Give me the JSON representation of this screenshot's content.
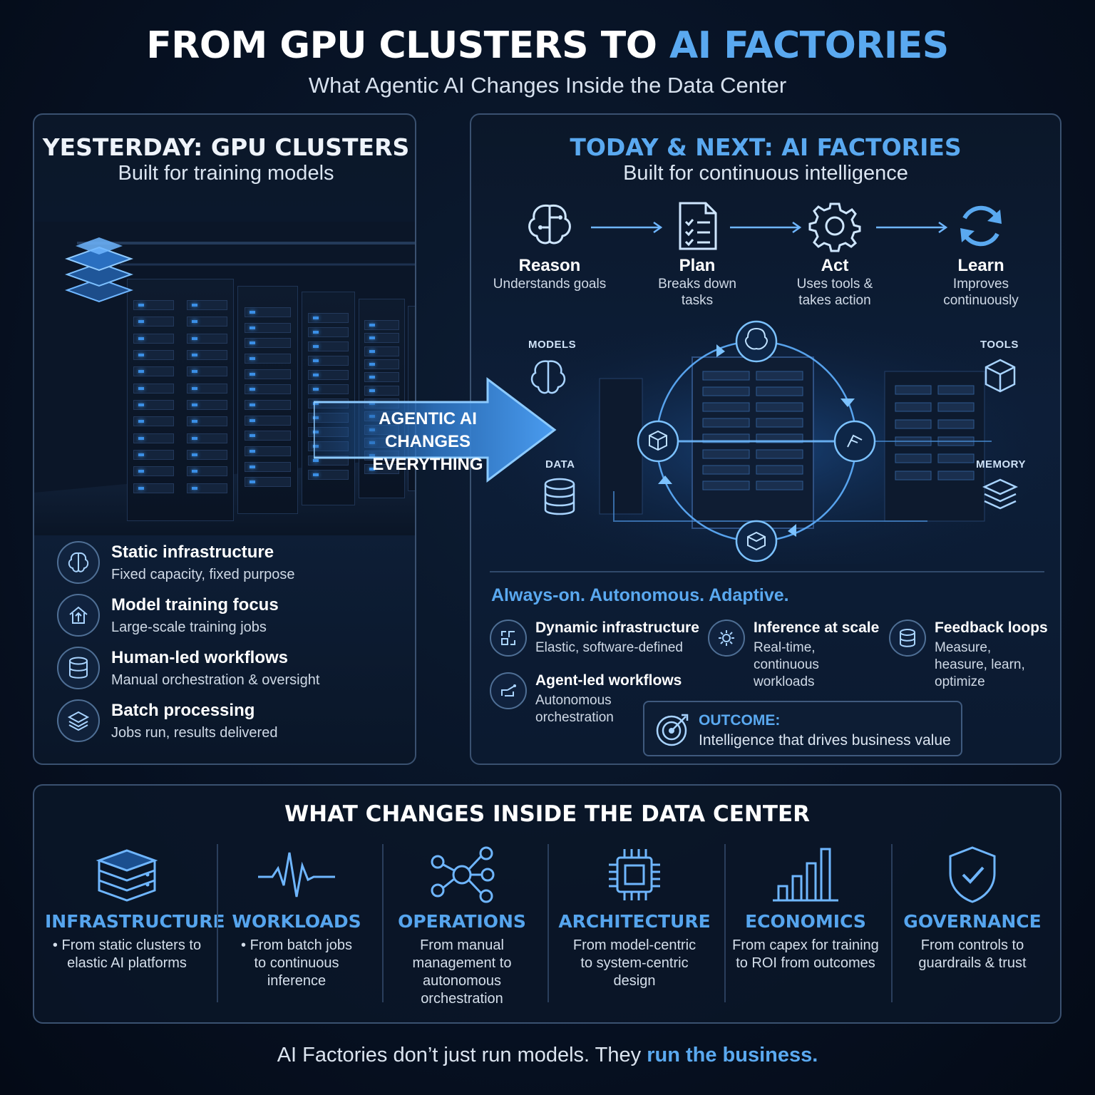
{
  "header": {
    "title_part1": "FROM GPU CLUSTERS TO ",
    "title_part2": "AI FACTORIES",
    "subtitle": "What Agentic AI Changes Inside the Data Center"
  },
  "left_panel": {
    "title": "YESTERDAY: GPU CLUSTERS",
    "subtitle": "Built for training models",
    "features": [
      {
        "title": "Static infrastructure",
        "desc": "Fixed capacity, fixed purpose",
        "icon": "brain-icon"
      },
      {
        "title": "Model training focus",
        "desc": "Large-scale training jobs",
        "icon": "upload-icon"
      },
      {
        "title": "Human-led workflows",
        "desc": "Manual orchestration & oversight",
        "icon": "database-icon"
      },
      {
        "title": "Batch processing",
        "desc": "Jobs run, results delivered",
        "icon": "layers-icon"
      }
    ]
  },
  "transition_arrow": {
    "line1": "AGENTIC AI",
    "line2": "CHANGES EVERYTHING"
  },
  "right_panel": {
    "title": "TODAY & NEXT: AI FACTORIES",
    "subtitle": "Built for continuous intelligence",
    "flow": [
      {
        "label": "Reason",
        "desc": "Understands goals",
        "icon": "brain-icon"
      },
      {
        "label": "Plan",
        "desc": "Breaks down tasks",
        "icon": "checklist-icon"
      },
      {
        "label": "Act",
        "desc": "Uses tools & takes action",
        "icon": "gear-icon"
      },
      {
        "label": "Learn",
        "desc": "Improves continuously",
        "icon": "refresh-icon"
      }
    ],
    "side_labels": {
      "models": "MODELS",
      "data": "DATA",
      "tools": "TOOLS",
      "memory": "MEMORY"
    },
    "tagline": "Always-on. Autonomous. Adaptive.",
    "features": [
      {
        "title": "Dynamic infrastructure",
        "desc": "Elastic, software-defined",
        "icon": "resize-icon"
      },
      {
        "title": "Inference at scale",
        "desc": "Real-time, continuous workloads",
        "icon": "gear-icon"
      },
      {
        "title": "Feedback loops",
        "desc": "Measure, heasure, learn, optimize",
        "icon": "database-icon"
      },
      {
        "title": "Agent-led workflows",
        "desc": "Autonomous orchestration",
        "icon": "workflow-icon"
      }
    ],
    "outcome": {
      "label": "OUTCOME:",
      "text": "Intelligence that drives business value"
    }
  },
  "bottom_panel": {
    "title": "WHAT CHANGES INSIDE THE DATA CENTER",
    "columns": [
      {
        "title": "INFRASTRUCTURE",
        "desc": "• From static clusters to elastic AI platforms",
        "icon": "server-stack-icon"
      },
      {
        "title": "WORKLOADS",
        "desc": "• From batch jobs to continuous inference",
        "icon": "pulse-icon"
      },
      {
        "title": "OPERATIONS",
        "desc": "From manual management to autonomous orchestration",
        "icon": "network-icon"
      },
      {
        "title": "ARCHITECTURE",
        "desc": "From model-centric to system-centric design",
        "icon": "chip-icon"
      },
      {
        "title": "ECONOMICS",
        "desc": "From capex for training to ROI from outcomes",
        "icon": "bar-chart-icon"
      },
      {
        "title": "GOVERNANCE",
        "desc": "From controls to guardrails & trust",
        "icon": "shield-check-icon"
      }
    ]
  },
  "footer": {
    "part1": "AI Factories don’t just run models. They ",
    "part2": "run the business."
  },
  "colors": {
    "accent": "#5aa9f0",
    "background": "#071224",
    "panel_border": "#3a5170"
  }
}
